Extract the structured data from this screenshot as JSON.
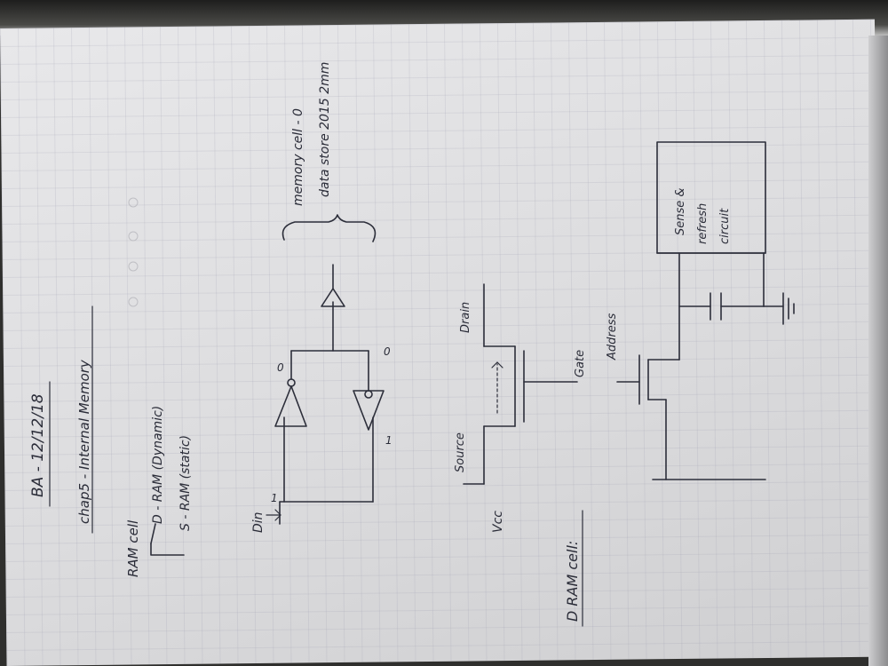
{
  "header": {
    "title": "BA - 12/12/18"
  },
  "chapter": {
    "title": "chap5 - Internal Memory"
  },
  "ram_cell": {
    "label": "RAM cell",
    "dram": "D - RAM (Dynamic)",
    "sram": "S - RAM (static)"
  },
  "sram_circuit": {
    "din_label": "Din",
    "input_bit": "1",
    "node_top": "0",
    "node_right": "0",
    "node_bottom": "1"
  },
  "memory_note": {
    "line1": "memory cell - 0",
    "line2": "data store 2015 2mm"
  },
  "transistor": {
    "vcc": "Vcc",
    "source": "Source",
    "drain": "Drain",
    "gate": "Gate"
  },
  "dram_cell": {
    "heading": "D RAM cell:",
    "address": "Address",
    "sense_line1": "Sense &",
    "sense_line2": "refresh",
    "sense_line3": "circuit"
  }
}
